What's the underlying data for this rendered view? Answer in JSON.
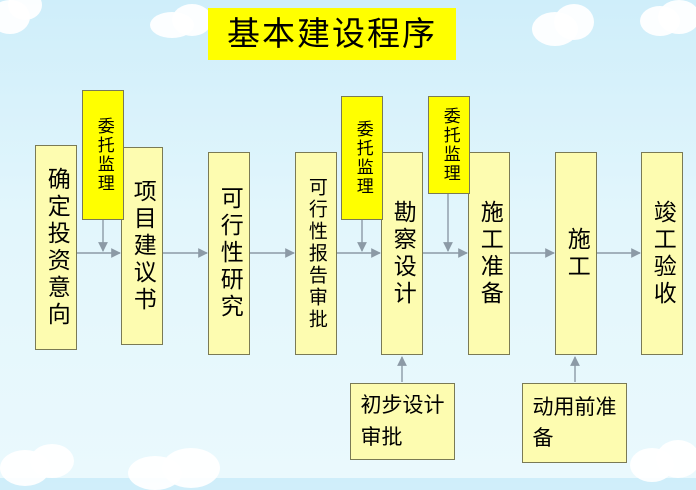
{
  "title": "基本建设程序",
  "stages": {
    "s1": "确定投资意向",
    "s2": "项目建议书",
    "s3": "可行性研究",
    "s4": "可行性报告审批",
    "s5": "勘察设计",
    "s6": "施工准备",
    "s7": "施工",
    "s8": "竣工验收"
  },
  "supervision": {
    "a": "委托监理",
    "b": "委托监理",
    "c": "委托监理"
  },
  "inputs": {
    "design_review": "初步设计审批",
    "pre_use_prep": "动用前准备"
  },
  "colors": {
    "stage_fill": "#fdfcb0",
    "supervision_fill": "#ffff00",
    "title_fill": "#ffff00",
    "arrow": "#8c9aa6",
    "background": "#d6f2fb"
  }
}
